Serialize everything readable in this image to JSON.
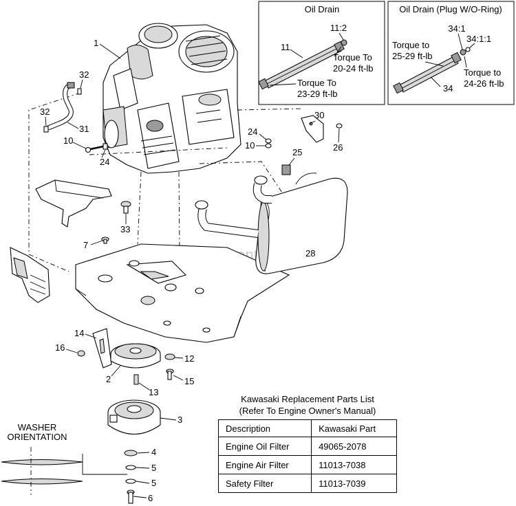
{
  "watermark": "eReplacementParts.com",
  "oil_drain_box": {
    "title": "Oil Drain",
    "labels": {
      "hose": "11",
      "fitting": "11:2",
      "torque_top": "Torque To",
      "torque_top_val": "20-24 ft-lb",
      "torque_bottom": "Torque To",
      "torque_bottom_val": "23-29 ft-lb"
    }
  },
  "oil_drain_plug_box": {
    "title": "Oil Drain (Plug W/O-Ring)",
    "labels": {
      "a": "34:1",
      "b": "34:1:1",
      "hose": "34",
      "torque_left": "Torque to",
      "torque_left_val": "25-29 ft-lb",
      "torque_right": "Torque to",
      "torque_right_val": "24-26 ft-lb"
    }
  },
  "callouts": {
    "c1": "1",
    "c32a": "32",
    "c32b": "32",
    "c31": "31",
    "c10a": "10",
    "c24a": "24",
    "c33": "33",
    "c7": "7",
    "c30": "30",
    "c24b": "24",
    "c10b": "10",
    "c26": "26",
    "c25": "25",
    "c28": "28",
    "c14": "14",
    "c16": "16",
    "c2": "2",
    "c12": "12",
    "c15": "15",
    "c13": "13",
    "c3": "3",
    "c4": "4",
    "c5a": "5",
    "c5b": "5",
    "c6": "6"
  },
  "washer": {
    "line1": "WASHER",
    "line2": "ORIENTATION"
  },
  "parts_list": {
    "title_line1": "Kawasaki Replacement Parts List",
    "title_line2": "(Refer To Engine Owner's Manual)",
    "headers": [
      "Description",
      "Kawasaki Part"
    ],
    "rows": [
      [
        "Engine Oil Filter",
        "49065-2078"
      ],
      [
        "Engine Air Filter",
        "11013-7038"
      ],
      [
        "Safety Filter",
        "11013-7039"
      ]
    ]
  }
}
